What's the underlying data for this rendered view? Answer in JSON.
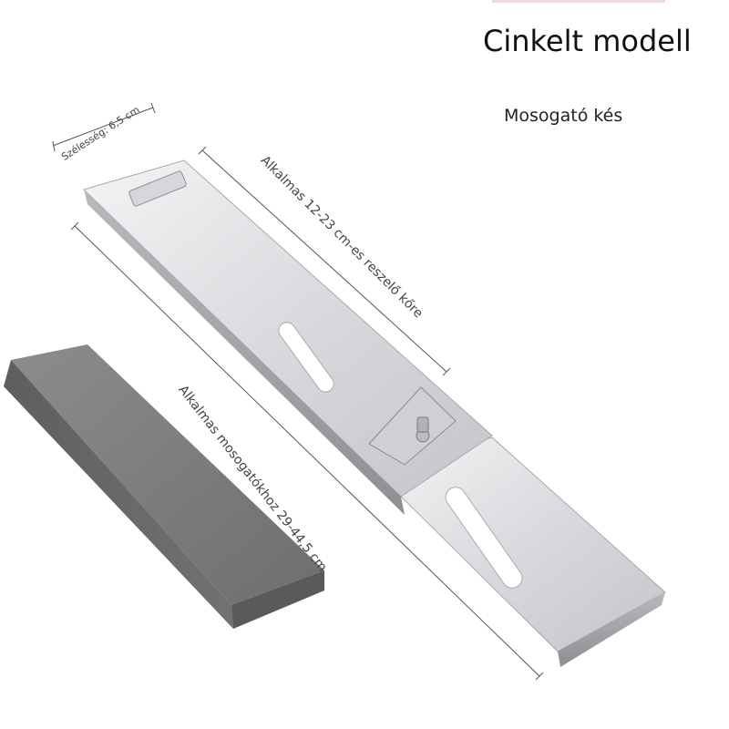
{
  "header": {
    "title": "Cinkelt modell",
    "subtitle": "Mosogató kés"
  },
  "dimensions": {
    "width_label": "Szélesség: 6,5 cm",
    "grater_label": "Alkalmas 12-23 cm-es reszelő kőre",
    "sink_label": "Alkalmas mosogatókhoz 29-44,5 cm"
  },
  "colors": {
    "steel_light": "#e6e6e8",
    "steel_dark": "#9a9ca0",
    "stone": "#7f7f7f",
    "accent_line": "#f3d6d6"
  }
}
